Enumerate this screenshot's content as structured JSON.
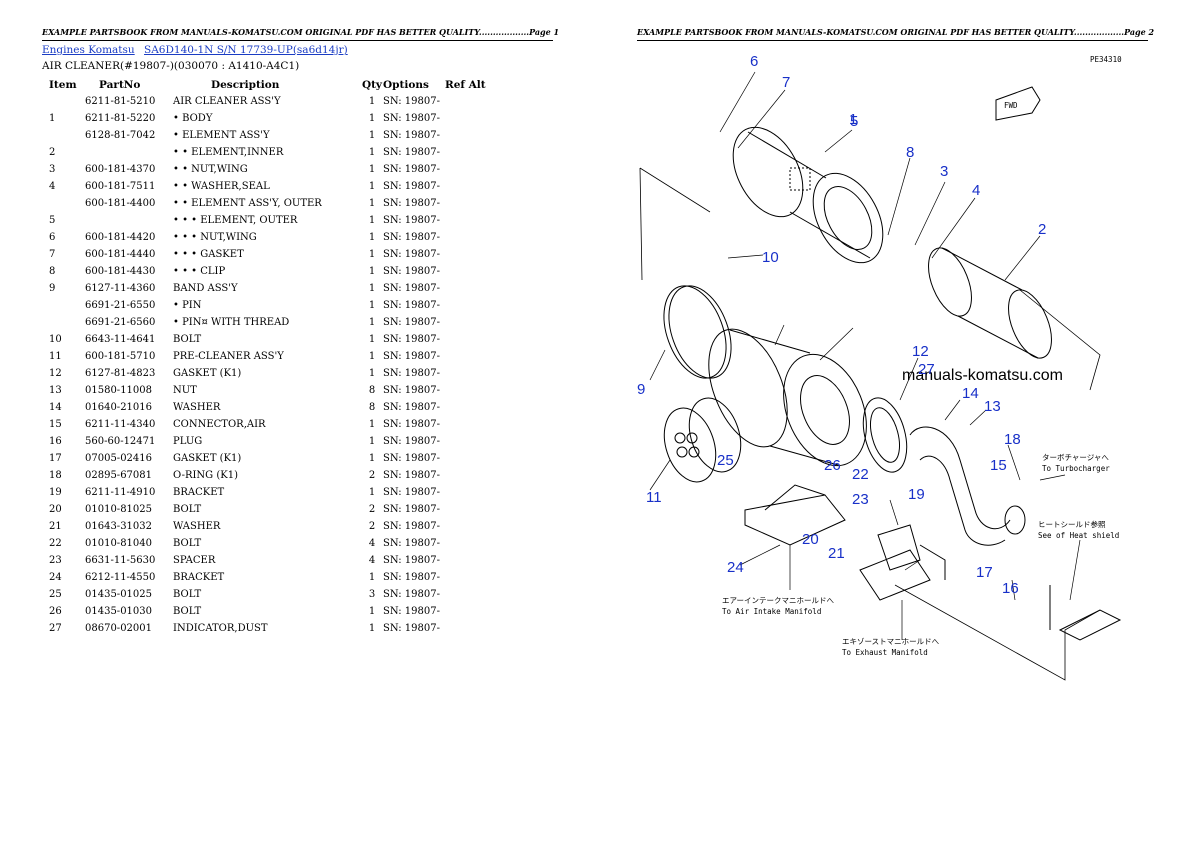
{
  "header_left": "EXAMPLE PARTSBOOK FROM MANUALS-KOMATSU.COM ORIGINAL PDF HAS BETTER QUALITY..................Page 1",
  "header_right": "EXAMPLE PARTSBOOK FROM MANUALS-KOMATSU.COM ORIGINAL PDF HAS BETTER QUALITY..................Page 2",
  "breadcrumb": {
    "link1": "Engines Komatsu",
    "link2": "SA6D140-1N S/N 17739-UP(sa6d14jr)"
  },
  "subtitle": "AIR CLEANER(#19807-)(030070 : A1410-A4C1)",
  "columns": {
    "item": "Item",
    "partno": "PartNo",
    "desc": "Description",
    "qty": "Qty",
    "options": "Options",
    "ref": "Ref Alt"
  },
  "rows": [
    {
      "item": "",
      "partno": "6211-81-5210",
      "desc": "AIR CLEANER ASS'Y",
      "qty": "1",
      "opt": "SN: 19807-"
    },
    {
      "item": "1",
      "partno": "6211-81-5220",
      "desc": "• BODY",
      "qty": "1",
      "opt": "SN: 19807-"
    },
    {
      "item": "",
      "partno": "6128-81-7042",
      "desc": "• ELEMENT ASS'Y",
      "qty": "1",
      "opt": "SN: 19807-"
    },
    {
      "item": "2",
      "partno": "",
      "desc": "• • ELEMENT,INNER",
      "qty": "1",
      "opt": "SN: 19807-"
    },
    {
      "item": "3",
      "partno": "600-181-4370",
      "desc": "• • NUT,WING",
      "qty": "1",
      "opt": "SN: 19807-"
    },
    {
      "item": "4",
      "partno": "600-181-7511",
      "desc": "• • WASHER,SEAL",
      "qty": "1",
      "opt": "SN: 19807-"
    },
    {
      "item": "",
      "partno": "600-181-4400",
      "desc": "• • ELEMENT ASS'Y, OUTER",
      "qty": "1",
      "opt": "SN: 19807-"
    },
    {
      "item": "5",
      "partno": "",
      "desc": "• • • ELEMENT, OUTER",
      "qty": "1",
      "opt": "SN: 19807-"
    },
    {
      "item": "6",
      "partno": "600-181-4420",
      "desc": "• • • NUT,WING",
      "qty": "1",
      "opt": "SN: 19807-"
    },
    {
      "item": "7",
      "partno": "600-181-4440",
      "desc": "• • • GASKET",
      "qty": "1",
      "opt": "SN: 19807-"
    },
    {
      "item": "8",
      "partno": "600-181-4430",
      "desc": "• • • CLIP",
      "qty": "1",
      "opt": "SN: 19807-"
    },
    {
      "item": "9",
      "partno": "6127-11-4360",
      "desc": "BAND ASS'Y",
      "qty": "1",
      "opt": "SN: 19807-"
    },
    {
      "item": "",
      "partno": "6691-21-6550",
      "desc": "• PIN",
      "qty": "1",
      "opt": "SN: 19807-"
    },
    {
      "item": "",
      "partno": "6691-21-6560",
      "desc": "• PIN¤ WITH THREAD",
      "qty": "1",
      "opt": "SN: 19807-"
    },
    {
      "item": "10",
      "partno": "6643-11-4641",
      "desc": "BOLT",
      "qty": "1",
      "opt": "SN: 19807-"
    },
    {
      "item": "11",
      "partno": "600-181-5710",
      "desc": "PRE-CLEANER ASS'Y",
      "qty": "1",
      "opt": "SN: 19807-"
    },
    {
      "item": "12",
      "partno": "6127-81-4823",
      "desc": "GASKET (K1)",
      "qty": "1",
      "opt": "SN: 19807-"
    },
    {
      "item": "13",
      "partno": "01580-11008",
      "desc": "NUT",
      "qty": "8",
      "opt": "SN: 19807-"
    },
    {
      "item": "14",
      "partno": "01640-21016",
      "desc": "WASHER",
      "qty": "8",
      "opt": "SN: 19807-"
    },
    {
      "item": "15",
      "partno": "6211-11-4340",
      "desc": "CONNECTOR,AIR",
      "qty": "1",
      "opt": "SN: 19807-"
    },
    {
      "item": "16",
      "partno": "560-60-12471",
      "desc": "PLUG",
      "qty": "1",
      "opt": "SN: 19807-"
    },
    {
      "item": "17",
      "partno": "07005-02416",
      "desc": "GASKET (K1)",
      "qty": "1",
      "opt": "SN: 19807-"
    },
    {
      "item": "18",
      "partno": "02895-67081",
      "desc": "O-RING (K1)",
      "qty": "2",
      "opt": "SN: 19807-"
    },
    {
      "item": "19",
      "partno": "6211-11-4910",
      "desc": "BRACKET",
      "qty": "1",
      "opt": "SN: 19807-"
    },
    {
      "item": "20",
      "partno": "01010-81025",
      "desc": "BOLT",
      "qty": "2",
      "opt": "SN: 19807-"
    },
    {
      "item": "21",
      "partno": "01643-31032",
      "desc": "WASHER",
      "qty": "2",
      "opt": "SN: 19807-"
    },
    {
      "item": "22",
      "partno": "01010-81040",
      "desc": "BOLT",
      "qty": "4",
      "opt": "SN: 19807-"
    },
    {
      "item": "23",
      "partno": "6631-11-5630",
      "desc": "SPACER",
      "qty": "4",
      "opt": "SN: 19807-"
    },
    {
      "item": "24",
      "partno": "6212-11-4550",
      "desc": "BRACKET",
      "qty": "1",
      "opt": "SN: 19807-"
    },
    {
      "item": "25",
      "partno": "01435-01025",
      "desc": "BOLT",
      "qty": "3",
      "opt": "SN: 19807-"
    },
    {
      "item": "26",
      "partno": "01435-01030",
      "desc": "BOLT",
      "qty": "1",
      "opt": "SN: 19807-"
    },
    {
      "item": "27",
      "partno": "08670-02001",
      "desc": "INDICATOR,DUST",
      "qty": "1",
      "opt": "SN: 19807-"
    }
  ],
  "diagram": {
    "code": "PE34310",
    "fwd": "FWD",
    "watermark": "manuals-komatsu.com",
    "note_turbo_jp": "ターボチャージャへ",
    "note_turbo_en": "To Turbocharger",
    "note_heat_jp": "ヒートシールド参照",
    "note_heat_en": "See of Heat shield",
    "note_intake_jp": "エアーインテークマニホールドへ",
    "note_intake_en": "To Air Intake Manifold",
    "note_exhaust_jp": "エキゾーストマニホールドへ",
    "note_exhaust_en": "To Exhaust Manifold",
    "callouts": [
      "1",
      "2",
      "3",
      "4",
      "5",
      "6",
      "7",
      "8",
      "9",
      "10",
      "11",
      "12",
      "13",
      "14",
      "15",
      "16",
      "17",
      "18",
      "19",
      "20",
      "21",
      "22",
      "23",
      "24",
      "25",
      "26",
      "27"
    ]
  }
}
